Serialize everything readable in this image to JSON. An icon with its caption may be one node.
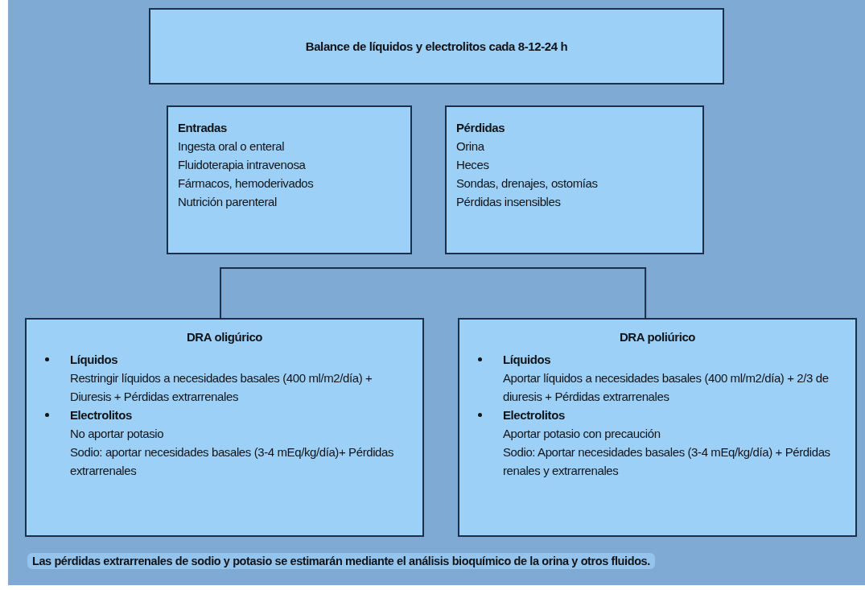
{
  "diagram": {
    "nodes": [
      {
        "text": [
          "Balance de líquidos y electrolitos cada 8-12-24 h"
        ]
      },
      {
        "text": [
          "Entradas",
          "Ingesta oral o enteral",
          "Fluidoterapia intravenosa",
          "Fármacos, hemoderivados",
          "Nutrición parenteral"
        ]
      },
      {
        "text": [
          "Pérdidas",
          "Orina",
          "Heces",
          "Sondas, drenajes, ostomías",
          "Pérdidas insensibles"
        ]
      },
      {
        "text": [
          "DRA oligúrico",
          "Líquidos",
          "Restringir líquidos a necesidades basales (400 ml/m2/día) + Diuresis + Pérdidas extrarrenales",
          "Electrolitos",
          "No aportar potasio",
          "Sodio: aportar necesidades basales (3-4 mEq/kg/día)+ Pérdidas extrarrenales"
        ]
      },
      {
        "text": [
          "DRA poliúrico",
          "Líquidos",
          "Aportar líquidos a necesidades basales (400 ml/m2/día) + 2/3 de diuresis + Pérdidas extrarrenales",
          "Electrolitos",
          "Aportar potasio con precaución",
          "Sodio: Aportar necesidades basales (3-4 mEq/kg/día) + Pérdidas renales y extrarrenales"
        ]
      }
    ],
    "edges": [
      {
        "from": 3,
        "to": 4,
        "arrow": "none"
      }
    ],
    "labels": [
      "Las pérdidas extrarrenales de sodio y potasio se estimarán mediante el análisis bioquímico de la orina y otros fluidos."
    ]
  }
}
